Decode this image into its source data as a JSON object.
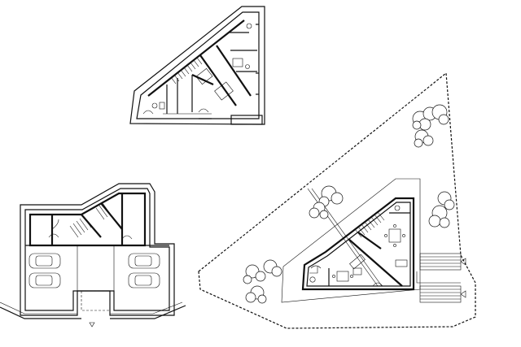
{
  "drawings": [
    {
      "name": "upper-floor-plan"
    },
    {
      "name": "basement-garage-plan"
    },
    {
      "name": "site-ground-floor-plan"
    }
  ]
}
